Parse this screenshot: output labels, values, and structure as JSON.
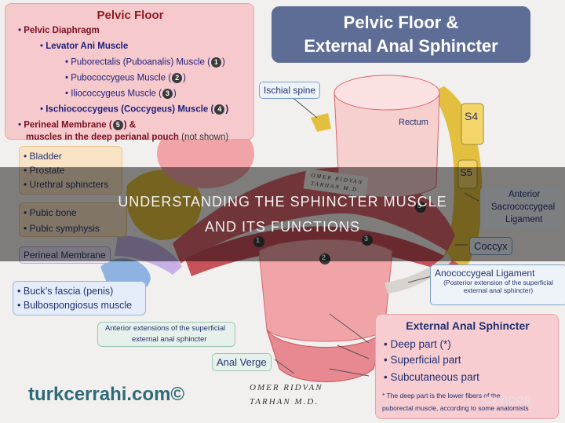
{
  "pelvic_floor_box": {
    "title": "Pelvic Floor",
    "pelvic_diaphragm": "Pelvic Diaphragm",
    "levator_ani": "Levator Ani Muscle",
    "puborectalis": "Puborectalis (Puboanalis) Muscle (",
    "pubococcygeus": "Pubococcygeus Muscle (",
    "iliococcygeus": "Iliococcygeus Muscle (",
    "ischiococcygeus": "Ischiococcygeus (Coccygeus) Muscle (",
    "perineal_membrane": "Perineal Membrane (",
    "perineal_membrane_tail": ") &",
    "deep_pouch": "muscles in the deep perianal pouch",
    "not_shown": "(not shown)",
    "close_paren": ")",
    "num1": "1",
    "num2": "2",
    "num3": "3",
    "num4": "4",
    "num5": "5"
  },
  "main_title": {
    "line1": "Pelvic Floor &",
    "line2": "External Anal Sphincter"
  },
  "labels": {
    "ischial_spine": "Ischial spine",
    "rectum": "Rectum",
    "s4": "S4",
    "s5": "S5",
    "anterior_sacrococcygeal_1": "Anterior",
    "anterior_sacrococcygeal_2": "Sacrococcygeal",
    "anterior_sacrococcygeal_3": "Ligament",
    "coccyx": "Coccyx",
    "anococcygeal_title": "Anococcygeal Ligament",
    "anococcygeal_sub1": "(Posterior extension of the superficial",
    "anococcygeal_sub2": "external anal sphincter)",
    "anterior_ext_1": "Anterior extensions of the superficial",
    "anterior_ext_2": "external anal sphincter",
    "anal_verge": "Anal Verge",
    "slab_1": "OMER RIDVAN",
    "slab_2": "TARHAN M.D.",
    "diagram_num1": "1",
    "diagram_num2": "2",
    "diagram_num3": "3",
    "diagram_num5": "5"
  },
  "left_boxes": {
    "bladder": "Bladder",
    "prostate": "Prostate",
    "urethral_sphincters": "Urethral sphincters",
    "pubic_bone": "Pubic bone",
    "pubic_symphysis": "Pubic symphysis",
    "perineal_membrane": "Perineal Membrane",
    "bucks_fascia": "Buck’s fascia (penis)",
    "bulbospongiosus": "Bulbospongiosus muscle"
  },
  "eas_box": {
    "title": "External Anal Sphincter",
    "deep": "Deep part (*)",
    "superficial": "Superficial part",
    "subcutaneous": "Subcutaneous part",
    "note1": "* The deep part is the lower fibers of the",
    "note2": "puborectal muscle, according to some anatomists"
  },
  "banner": {
    "line1": "UNDERSTANDING THE SPHINCTER MUSCLE",
    "line2": "AND ITS FUNCTIONS"
  },
  "footer": {
    "site": "turkcerrahi.com©",
    "sig1": "OMER RIDVAN",
    "sig2": "TARHAN M.D.",
    "watermark": "CYVICOR"
  },
  "colors": {
    "muscle_red": "#d9666e",
    "muscle_pink": "#f0a4a8",
    "bone_yellow": "#e3bf3f",
    "title_blue": "#5d6d96",
    "box_pink": "#f6c9cd",
    "label_blue": "#26346e"
  },
  "icons": [
    "numbered-circle-marker"
  ]
}
